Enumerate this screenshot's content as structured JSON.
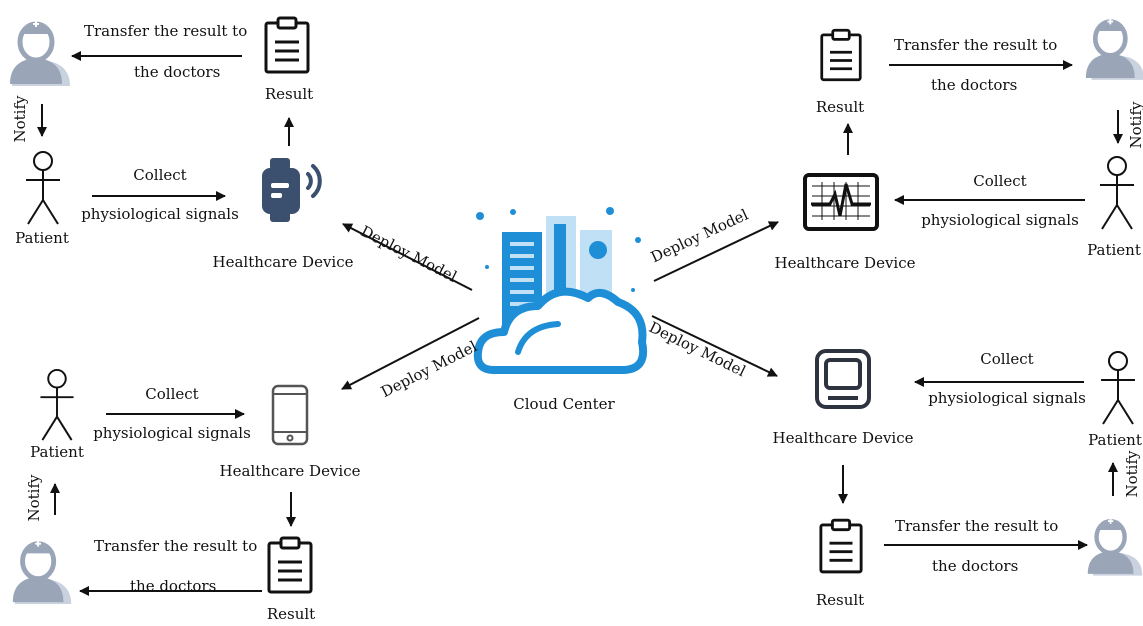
{
  "center": {
    "label": "Cloud Center"
  },
  "deploy_label": "Deploy Model",
  "quadrants": {
    "top_left": {
      "transfer_1": "Transfer the result to",
      "transfer_2": "the doctors",
      "result": "Result",
      "notify": "Notify",
      "patient": "Patient",
      "collect_1": "Collect",
      "collect_2": "physiological signals",
      "device": "Healthcare Device"
    },
    "top_right": {
      "transfer_1": "Transfer the result to",
      "transfer_2": "the doctors",
      "result": "Result",
      "notify": "Notify",
      "patient": "Patient",
      "collect_1": "Collect",
      "collect_2": "physiological signals",
      "device": "Healthcare Device"
    },
    "bottom_left": {
      "transfer_1": "Transfer the result to",
      "transfer_2": "the doctors",
      "result": "Result",
      "notify": "Notify",
      "patient": "Patient",
      "collect_1": "Collect",
      "collect_2": "physiological signals",
      "device": "Healthcare Device"
    },
    "bottom_right": {
      "transfer_1": "Transfer the result to",
      "transfer_2": "the doctors",
      "result": "Result",
      "notify": "Notify",
      "patient": "Patient",
      "collect_1": "Collect",
      "collect_2": "physiological signals",
      "device": "Healthcare Device"
    }
  },
  "colors": {
    "doctor": "#9aa6b8",
    "device_dark": "#2d3440",
    "cloud": "#1e8fd6",
    "cloud_light": "#bfe0f5",
    "watch": "#3b4f6e"
  }
}
